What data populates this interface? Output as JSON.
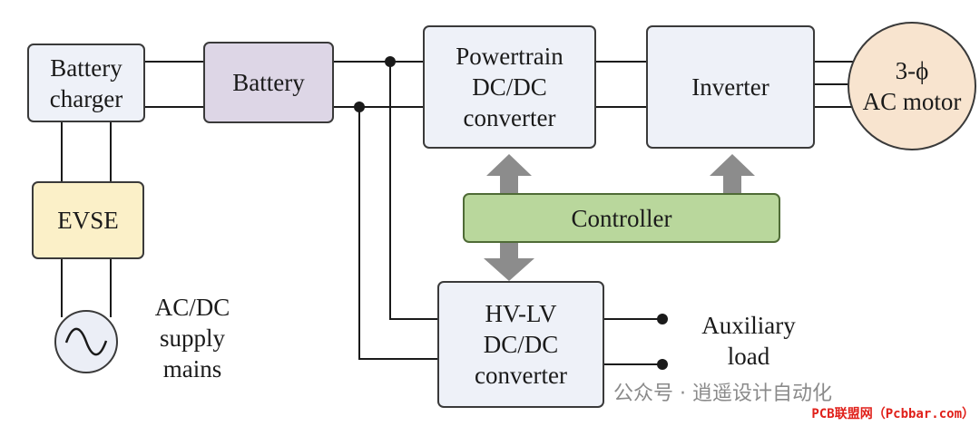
{
  "blocks": {
    "battery_charger": "Battery\ncharger",
    "battery": "Battery",
    "powertrain_converter": "Powertrain\nDC/DC\nconverter",
    "inverter": "Inverter",
    "motor": "3-ϕ\nAC motor",
    "evse": "EVSE",
    "controller": "Controller",
    "hvlv_converter": "HV-LV\nDC/DC\nconverter"
  },
  "labels": {
    "supply_mains": "AC/DC\nsupply\nmains",
    "auxiliary_load": "Auxiliary\nload"
  },
  "watermark": {
    "channel": "公众号 · 逍遥设计自动化",
    "site": "PCB联盟网（Pcbbar.com）"
  },
  "colors": {
    "line": "#1a1a1a",
    "arrow": "#8c8c8c",
    "controller_fill": "#b9d79c"
  }
}
